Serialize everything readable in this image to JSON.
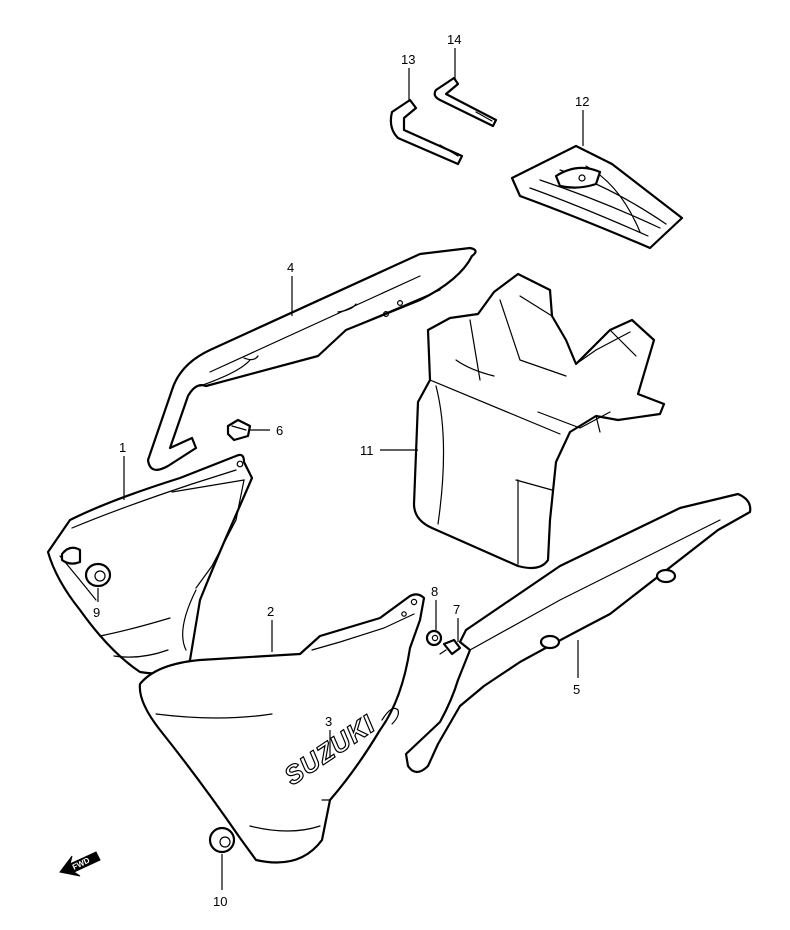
{
  "callouts": [
    {
      "id": "1",
      "label": "1"
    },
    {
      "id": "2",
      "label": "2"
    },
    {
      "id": "3",
      "label": "3"
    },
    {
      "id": "4",
      "label": "4"
    },
    {
      "id": "5",
      "label": "5"
    },
    {
      "id": "6",
      "label": "6"
    },
    {
      "id": "7",
      "label": "7"
    },
    {
      "id": "8",
      "label": "8"
    },
    {
      "id": "9",
      "label": "9"
    },
    {
      "id": "10",
      "label": "10"
    },
    {
      "id": "11",
      "label": "11"
    },
    {
      "id": "12",
      "label": "12"
    },
    {
      "id": "13",
      "label": "13"
    },
    {
      "id": "14",
      "label": "14"
    }
  ],
  "logo_text": "SUZUKI",
  "fwd_label": "FWD",
  "colors": {
    "line": "#000000",
    "background": "#ffffff"
  }
}
